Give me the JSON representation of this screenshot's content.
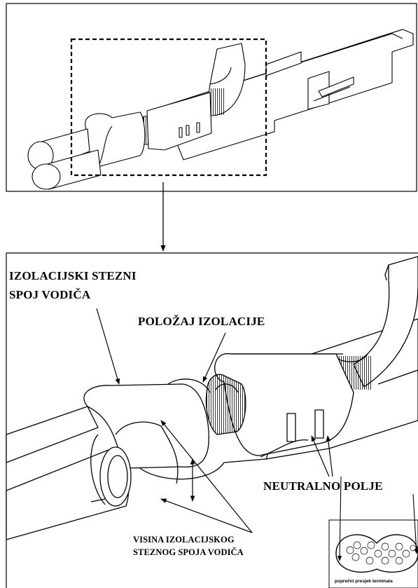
{
  "labels": {
    "insulation_crimp": [
      "IZOLACIJSKI STEZNI",
      "SPOJ VODIČA"
    ],
    "insulation_position": "POLOŽAJ IZOLACIJE",
    "neutral_field": "NEUTRALNO POLJE",
    "crimp_height": [
      "VISINA IZOLACIJSKOG",
      "STEZNOG SPOJA VODIČA"
    ],
    "cross_section": "poprečni presjek terminala"
  }
}
